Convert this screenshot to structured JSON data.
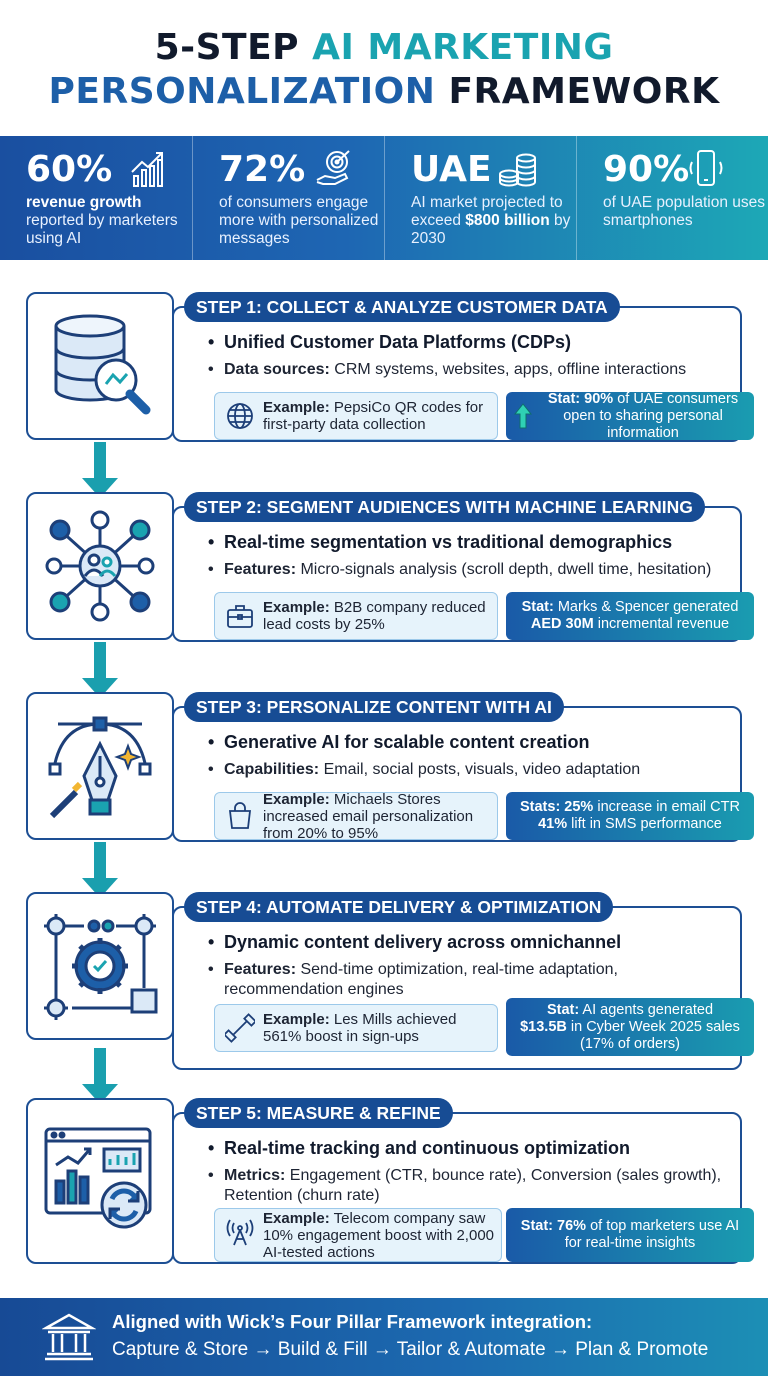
{
  "title": {
    "line1_a": "5-STEP ",
    "line1_b": "AI MARKETING",
    "line2_a": "PERSONALIZATION ",
    "line2_b": "FRAMEWORK"
  },
  "stats": [
    {
      "big": "60%",
      "bold": "revenue growth",
      "rest": " reported by marketers using AI",
      "icon": "growth-chart-icon"
    },
    {
      "big": "72%",
      "bold": "",
      "rest": "of consumers engage more with personalized messages",
      "icon": "target-hand-icon"
    },
    {
      "big": "UAE",
      "pre": "AI market projected to exceed ",
      "bold": "$800 billion",
      "rest": " by 2030",
      "icon": "coin-stack-icon"
    },
    {
      "big": "90%",
      "bold": "",
      "rest": "of UAE population uses smartphones",
      "icon": "smartphone-icon"
    }
  ],
  "steps": [
    {
      "title": "STEP 1: COLLECT & ANALYZE CUSTOMER DATA",
      "bullet1": "Unified Customer Data Platforms (CDPs)",
      "bullet2_key": "Data sources:",
      "bullet2": " CRM systems, websites, apps, offline interactions",
      "example_key": "Example:",
      "example": " PepsiCo QR codes for first-party data collection",
      "stat_key": "Stat: 90%",
      "stat": " of UAE consumers open to sharing personal information",
      "icon": "database-search-icon",
      "example_icon": "globe-icon"
    },
    {
      "title": "STEP 2: SEGMENT AUDIENCES WITH MACHINE LEARNING",
      "bullet1": "Real-time segmentation vs traditional demographics",
      "bullet2_key": "Features:",
      "bullet2": " Micro-signals analysis (scroll depth, dwell time, hesitation)",
      "example_key": "Example:",
      "example": " B2B company reduced lead costs by 25%",
      "stat_key": "Stat:",
      "stat": " Marks & Spencer generated",
      "stat_key2": "AED 30M",
      "stat2": " incremental revenue",
      "icon": "network-people-icon",
      "example_icon": "briefcase-icon"
    },
    {
      "title": "STEP 3: PERSONALIZE CONTENT WITH AI",
      "bullet1": "Generative AI for scalable content creation",
      "bullet2_key": "Capabilities:",
      "bullet2": " Email, social posts, visuals, video adaptation",
      "example_key": "Example:",
      "example": " Michaels Stores increased email personalization from 20% to 95%",
      "stat_key": "Stats: 25%",
      "stat": " increase in email CTR",
      "stat_key2": "41%",
      "stat2": " lift in SMS performance",
      "icon": "pen-tool-icon",
      "example_icon": "shopping-bag-icon"
    },
    {
      "title": "STEP 4: AUTOMATE DELIVERY & OPTIMIZATION",
      "bullet1": "Dynamic content delivery across omnichannel",
      "bullet2_key": "Features:",
      "bullet2": " Send-time optimization, real-time adaptation, recommendation engines",
      "example_key": "Example:",
      "example": " Les Mills achieved 561% boost in sign-ups",
      "stat_key": "Stat:",
      "stat": " AI agents generated",
      "stat_key2": "$13.5B",
      "stat2": " in Cyber Week 2025 sales (17% of orders)",
      "icon": "gears-automation-icon",
      "example_icon": "dumbbell-icon"
    },
    {
      "title": "STEP 5: MEASURE & REFINE",
      "bullet1": "Real-time tracking and continuous optimization",
      "bullet2_key": "Metrics:",
      "bullet2": " Engagement (CTR, bounce rate), Conversion (sales growth), Retention (churn rate)",
      "example_key": "Example:",
      "example": " Telecom company saw 10% engagement boost with 2,000 AI-tested actions",
      "stat_key": "Stat: 76%",
      "stat": " of top marketers use AI for real-time insights",
      "icon": "dashboard-refresh-icon",
      "example_icon": "antenna-icon"
    }
  ],
  "footer": {
    "line1": "Aligned with Wick’s Four Pillar Framework integration:",
    "line2": "Capture & Store → Build & Fill → Tailor & Automate → Plan & Promote",
    "icon": "institution-icon"
  },
  "colors": {
    "navy": "#1d4f94",
    "teal": "#1aa3b0",
    "blue": "#1d5fa8",
    "ink": "#111a2c"
  }
}
